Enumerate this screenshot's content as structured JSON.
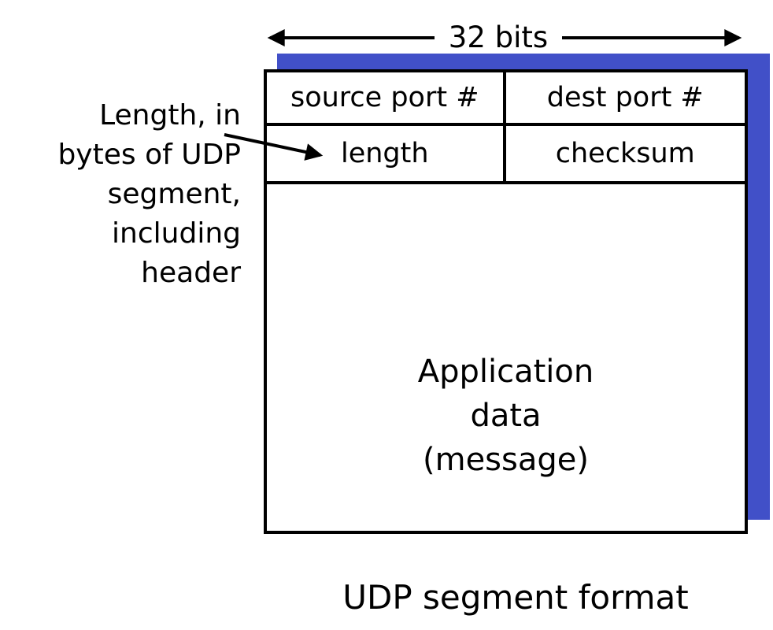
{
  "width_label": "32 bits",
  "table": {
    "source_port": "source port #",
    "dest_port": "dest port #",
    "length": "length",
    "checksum": "checksum"
  },
  "payload": {
    "full_text": "Application data (message)",
    "lines": [
      "Application",
      "data",
      "(message)"
    ]
  },
  "annotation": {
    "full_text": "Length, in bytes of UDP segment, including header",
    "lines": [
      "Length, in",
      "bytes of UDP",
      "segment,",
      "including",
      "header"
    ]
  },
  "caption": "UDP segment format",
  "colors": {
    "shadow": "#4150c8",
    "ink": "#000000",
    "background": "#ffffff"
  }
}
